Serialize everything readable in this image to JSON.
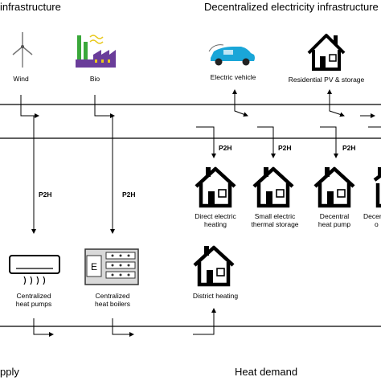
{
  "headers": {
    "left_title": "infrastructure",
    "right_title": "Decentralized electricity infrastructure",
    "bottom_left": "pply",
    "bottom_right": "Heat demand"
  },
  "supply": {
    "wind": "Wind",
    "bio": "Bio"
  },
  "decentral": {
    "ev": "Electric vehicle",
    "pv": "Residential PV & storage"
  },
  "p2h_label": "P2H",
  "heating": {
    "direct_electric": "Direct electric\nheating",
    "small_thermal": "Small electric\nthermal storage",
    "decentral_hp": "Decentral\nheat pump",
    "cut_off_1": "Decen",
    "cut_off_2": "o"
  },
  "central": {
    "heat_pumps": "Centralized\nheat pumps",
    "heat_boilers": "Centralized\nheat boilers",
    "district_heating": "District heating"
  },
  "boiler_letter": "E",
  "colors": {
    "line": "#000000",
    "ev_body": "#1aa6d8",
    "bio_green": "#3aa83a",
    "bio_purple": "#6a3d9a",
    "bio_yellow": "#e8c81a",
    "boiler_fill": "#d9d9d9"
  }
}
